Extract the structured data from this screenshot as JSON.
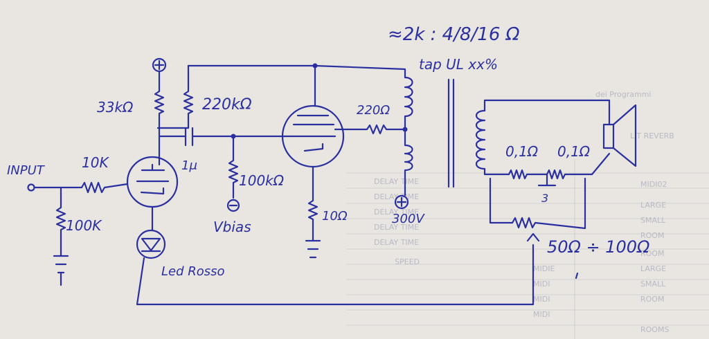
{
  "labels": {
    "ratio": "≈2k : 4/8/16 Ω",
    "tap": "tap UL xx%",
    "r_anode": "33kΩ",
    "r_grid": "220kΩ",
    "r_screen": "220Ω",
    "input": "INPUT",
    "r_series": "10K",
    "r_input": "100K",
    "cap": "1μ",
    "r_bias": "100kΩ",
    "bias": "Vbias",
    "r_cathode": "10Ω",
    "b_plus": "300V",
    "led": "Led Rosso",
    "r_sense1": "0,1Ω",
    "r_sense2": "0,1Ω",
    "pot_range": "50Ω ÷ 100Ω",
    "plus_symbol": "⊕",
    "ground_symbol": "3"
  },
  "background_sheet": {
    "title": "dei Programmi",
    "heading": "LIT REVERB",
    "rows": [
      "DELAY TIME",
      "DELAY TIME",
      "DELAY TIME",
      "DELAY TIME",
      "DELAY TIME",
      "SPEED",
      "MIDIE",
      "MIDI",
      "MIDI",
      "MIDI"
    ],
    "right_rows": [
      "MIDI02",
      "LARGE",
      "SMALL",
      "ROOM",
      "ROOM",
      "LARGE",
      "SMALL",
      "ROOM",
      "ROOMS"
    ]
  },
  "colors": {
    "ink": "#2a2fa0",
    "paper": "#e9e6e1"
  }
}
